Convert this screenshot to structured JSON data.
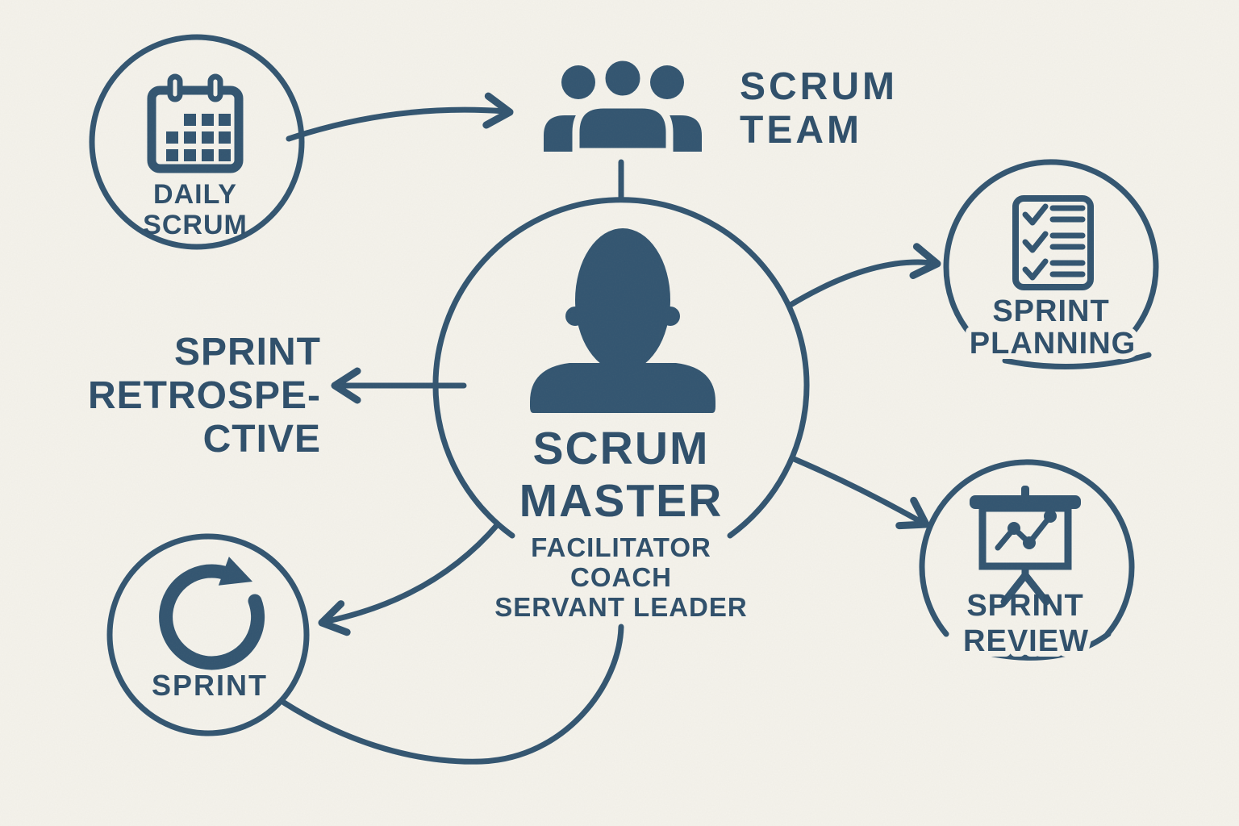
{
  "title": "Scrum Master role diagram",
  "colors": {
    "ink": "#315470",
    "text": "#2D4E6A",
    "background": "#F5F3EC"
  },
  "center": {
    "title_line1": "SCRUM",
    "title_line2": "MASTER",
    "roles": [
      "FACILITATOR",
      "COACH",
      "SERVANT LEADER"
    ],
    "icon": "person-silhouette-icon"
  },
  "nodes": {
    "scrum_team": {
      "line1": "SCRUM",
      "line2": "TEAM",
      "icon": "team-icon"
    },
    "daily_scrum": {
      "line1": "DAILY",
      "line2": "SCRUM",
      "icon": "calendar-icon"
    },
    "sprint_planning": {
      "line1": "SPRINT",
      "line2": "PLANNING",
      "icon": "checklist-icon"
    },
    "sprint_review": {
      "line1": "SPRINT",
      "line2": "REVIEW",
      "icon": "presentation-chart-icon"
    },
    "sprint": {
      "line1": "SPRINT",
      "icon": "cycle-arrow-icon"
    },
    "sprint_retrospective": {
      "line1": "SPRINT",
      "line2": "RETROSPE-",
      "line3": "CTIVE"
    }
  },
  "connections": [
    {
      "from": "daily-scrum",
      "to": "scrum-team",
      "style": "arrow"
    },
    {
      "from": "scrum-team",
      "to": "scrum-master",
      "style": "line"
    },
    {
      "from": "scrum-master",
      "to": "sprint-planning",
      "style": "arrow"
    },
    {
      "from": "scrum-master",
      "to": "sprint-review",
      "style": "arrow"
    },
    {
      "from": "scrum-master",
      "to": "sprint-retrospective",
      "style": "arrow"
    },
    {
      "from": "scrum-master",
      "to": "sprint",
      "style": "arrow"
    },
    {
      "from": "scrum-master",
      "to": "sprint",
      "style": "curve"
    }
  ]
}
